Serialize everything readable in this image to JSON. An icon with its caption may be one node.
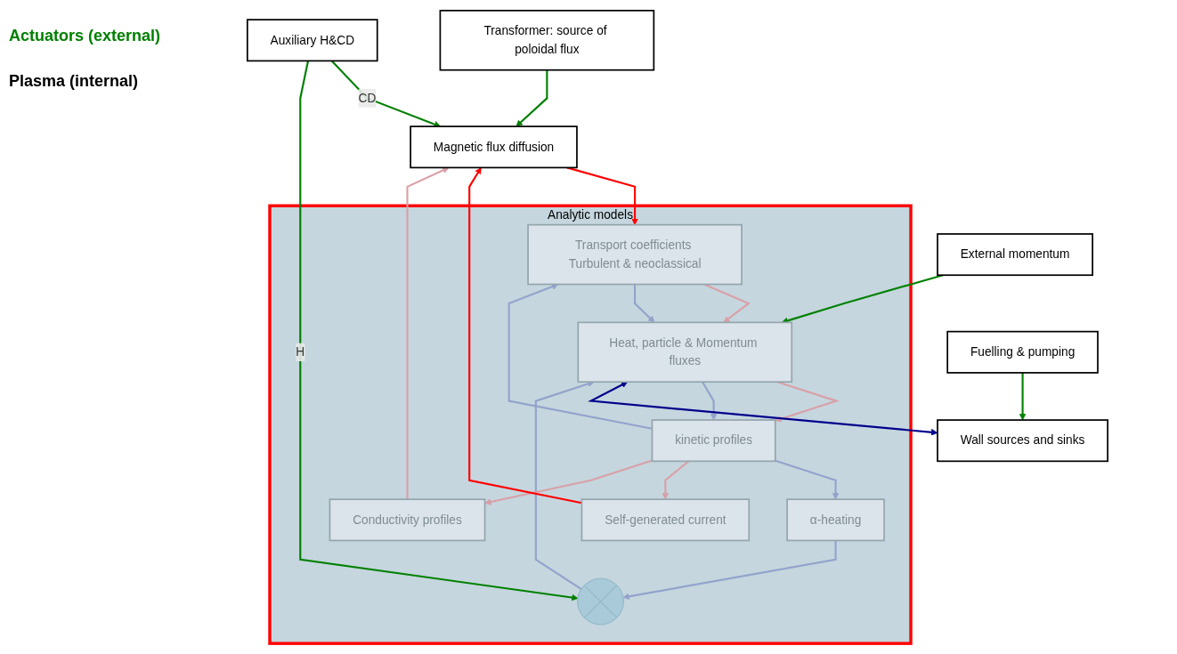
{
  "diagram": {
    "nodes": [
      {
        "text": [
          "Transformer: source of poloidal flux"
        ]
      },
      {
        "text": [
          "Auxiliary H&CD"
        ]
      },
      {
        "text": [
          "External momentum"
        ]
      },
      {
        "text": [
          "Fuelling & pumping"
        ]
      },
      {
        "text": [
          "Analytic models"
        ]
      },
      {
        "text": [
          "α-heating"
        ],
        "in": 4
      },
      {
        "text": [],
        "shape": "cross",
        "in": 4
      },
      {
        "text": [
          "Self-generated current"
        ],
        "in": 4
      },
      {
        "text": [
          "kinetic profiles"
        ],
        "in": 4
      },
      {
        "text": [
          "Magnetic flux diffusion"
        ]
      },
      {
        "text": [
          "Conductivity profiles"
        ],
        "in": 4
      },
      {
        "text": [
          "Heat, particle & Momentum fluxes"
        ],
        "in": 4
      },
      {
        "text": [
          "Transport coefficients Turbulent & neoclassical"
        ],
        "in": 4
      },
      {
        "text": [
          "Wall sources and sinks"
        ]
      }
    ],
    "edges": [
      {
        "from": 0,
        "to": 9,
        "arrow": "to",
        "color": "#008000"
      },
      {
        "from": 1,
        "to": 9,
        "arrow": "to",
        "label": "CD",
        "color": "#008000"
      },
      {
        "from": 1,
        "to": 6,
        "arrow": "to",
        "label": "H",
        "color": "#008000"
      },
      {
        "from": 2,
        "to": 11,
        "arrow": "to",
        "color": "#008000"
      },
      {
        "from": 3,
        "to": 13,
        "arrow": "to",
        "color": "#008000"
      },
      {
        "from": 5,
        "to": 6,
        "arrow": "to",
        "color": "#93a3cc"
      },
      {
        "from": 6,
        "to": 11,
        "arrow": "to",
        "color": "#93a3cc"
      },
      {
        "from": 8,
        "to": 5,
        "arrow": "to",
        "color": "#93a3cc"
      },
      {
        "from": 8,
        "to": 7,
        "arrow": "to",
        "color": "#d9a0a8"
      },
      {
        "from": 8,
        "to": 10,
        "arrow": "to",
        "color": "#d9a0a8"
      },
      {
        "from": 11,
        "to": 8,
        "arrow": "to",
        "color": "#d9a0a8"
      },
      {
        "from": 11,
        "to": 8,
        "arrow": "to",
        "color": "#93a3cc"
      },
      {
        "from": 8,
        "to": 12,
        "arrow": "to",
        "color": "#93a3cc"
      },
      {
        "from": 7,
        "to": 9,
        "arrow": "to",
        "color": "#ff0000"
      },
      {
        "from": 10,
        "to": 9,
        "arrow": "to",
        "color": "#d9a0a8"
      },
      {
        "from": 9,
        "to": 12,
        "arrow": "to",
        "color": "#ff0000"
      },
      {
        "from": 12,
        "to": 11,
        "arrow": "to",
        "color": "#d9a0a8"
      },
      {
        "from": 12,
        "to": 11,
        "arrow": "to",
        "color": "#93a3cc"
      },
      {
        "from": 11,
        "to": 13,
        "arrow": "both",
        "color": "#00008b"
      }
    ],
    "labels": [
      "Actuators (external)",
      "Plasma (internal)"
    ]
  }
}
